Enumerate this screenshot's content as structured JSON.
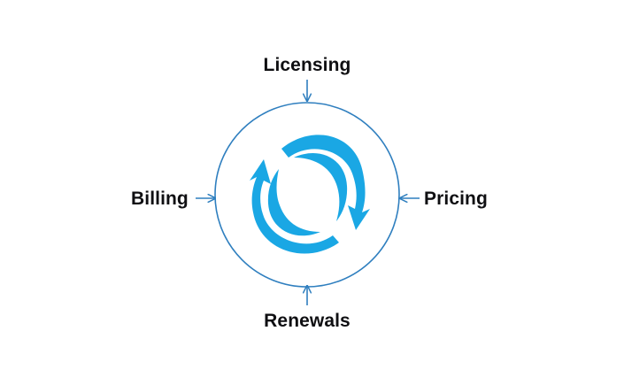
{
  "diagram": {
    "labels": {
      "top": "Licensing",
      "bottom": "Renewals",
      "left": "Billing",
      "right": "Pricing"
    },
    "colors": {
      "circle_stroke": "#2f7fbf",
      "arrow_stroke": "#2f7fbf",
      "cycle_fill": "#1aa7e4",
      "text": "#0f0f12"
    },
    "center_icon": "circular-cycle-arrows-icon"
  }
}
